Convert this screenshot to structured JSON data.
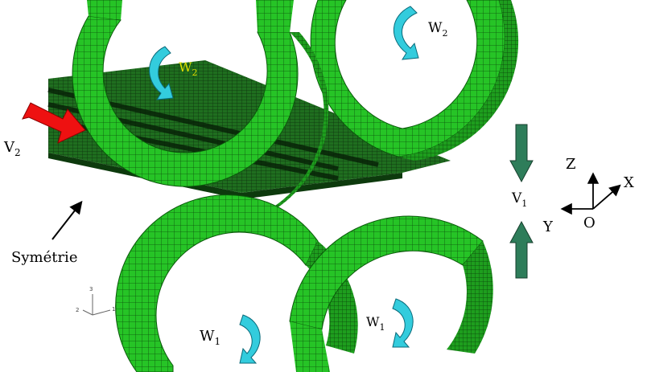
{
  "labels": {
    "v2": "V",
    "v2_sub": "2",
    "w2_top": "W",
    "w2_top_sub": "2",
    "w2_mid": "W",
    "w2_mid_sub": "2",
    "w1_left": "W",
    "w1_left_sub": "1",
    "w1_right": "W",
    "w1_right_sub": "1",
    "v1": "V",
    "v1_sub": "1",
    "symmetry": "Symétrie"
  },
  "axes_frame": {
    "z": "Z",
    "x": "X",
    "y": "Y",
    "origin": "O"
  },
  "triad": {
    "axis3": "3",
    "axis2": "2",
    "axis1": "1"
  },
  "colors": {
    "mesh_green": "#22bb22",
    "mesh_dark": "#0b5a0b",
    "red_arrow": "#ee1111",
    "cyan_arrow": "#33ccdd",
    "teal_arrow": "#2e7d5a",
    "label_yellow": "#dddd00"
  }
}
